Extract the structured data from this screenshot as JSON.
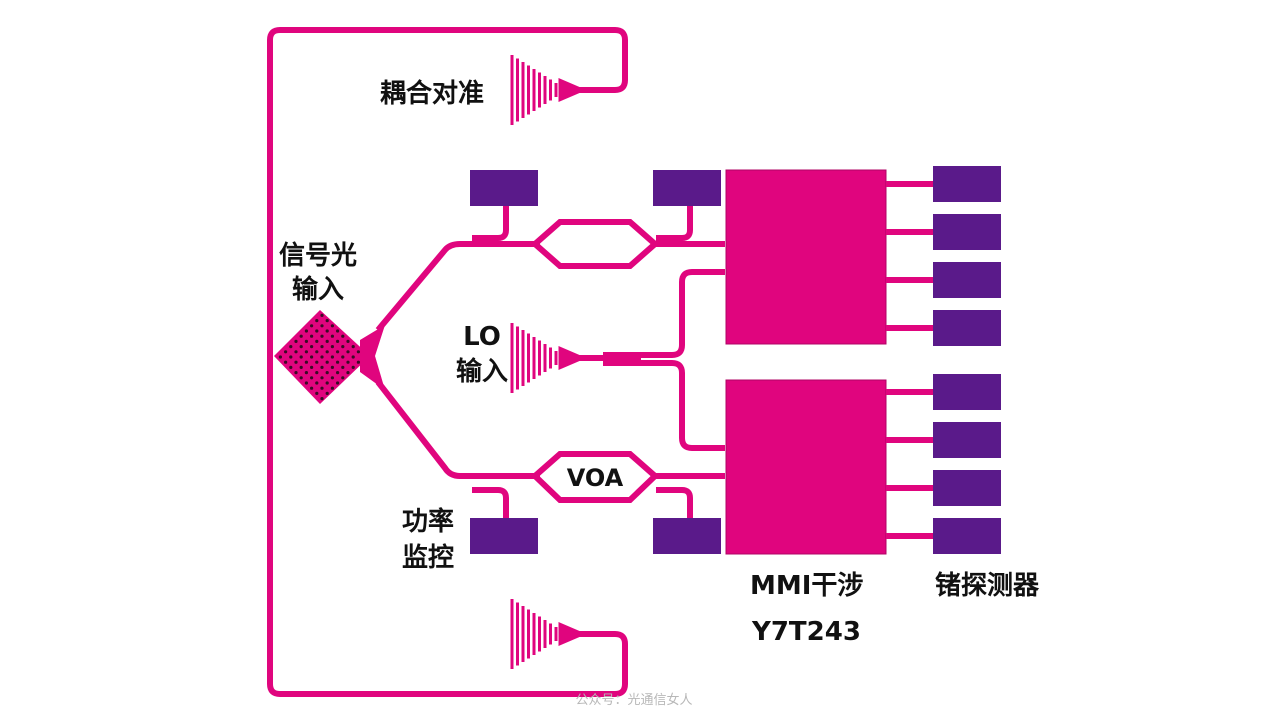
{
  "diagram": {
    "title": "Coherent receiver photonic chip layout",
    "labels": {
      "coupling_alignment": "耦合对准",
      "signal_input_line1": "信号光",
      "signal_input_line2": "输入",
      "lo_input_line1": "LO",
      "lo_input_line2": "输入",
      "voa": "VOA",
      "power_monitor_line1": "功率",
      "power_monitor_line2": "监控",
      "mmi_line1": "MMI干涉",
      "mmi_line2": "Y7T243",
      "detector": "锗探测器"
    },
    "watermark": "公众号：光通信女人",
    "colors": {
      "waveguide": "#e0057e",
      "pad": "#5a1a8a",
      "text": "#111111",
      "background": "#ffffff"
    },
    "components": {
      "detector_count": 8,
      "mmi_count": 2,
      "grating_couplers": [
        "coupling-alignment-top",
        "lo-input",
        "coupling-alignment-bottom"
      ],
      "monitor_pads": 4
    }
  }
}
